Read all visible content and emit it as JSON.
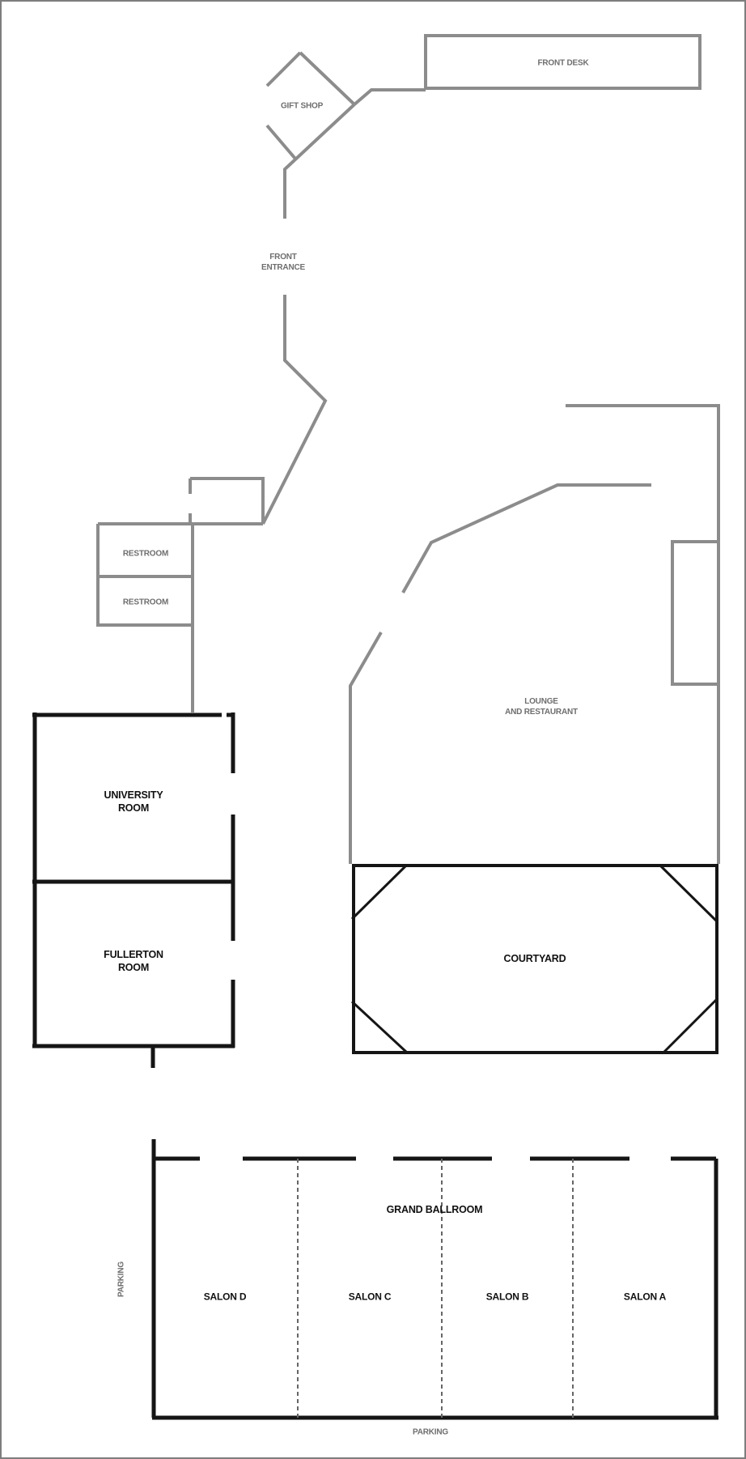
{
  "diagram_title": "Hotel conference level floor plan",
  "labels": {
    "front_desk": "FRONT DESK",
    "gift_shop": "GIFT SHOP",
    "front_entrance_line1": "FRONT",
    "front_entrance_line2": "ENTRANCE",
    "restroom_upper": "RESTROOM",
    "restroom_lower": "RESTROOM",
    "lounge_line1": "LOUNGE",
    "lounge_line2": "AND RESTAURANT",
    "university_room_line1": "UNIVERSITY",
    "university_room_line2": "ROOM",
    "fullerton_room_line1": "FULLERTON",
    "fullerton_room_line2": "ROOM",
    "courtyard": "COURTYARD",
    "grand_ballroom": "GRAND BALLROOM",
    "salon_d": "SALON D",
    "salon_c": "SALON C",
    "salon_b": "SALON B",
    "salon_a": "SALON A",
    "parking_left": "PARKING",
    "parking_bottom": "PARKING"
  },
  "colors": {
    "wall_gray": "#8c8c8c",
    "room_wall_black": "#151515",
    "partition_gray": "#666666",
    "label_gray": "#6e6e6e",
    "label_black": "#111111",
    "background": "#ffffff",
    "page_border": "#7d7d7d"
  }
}
